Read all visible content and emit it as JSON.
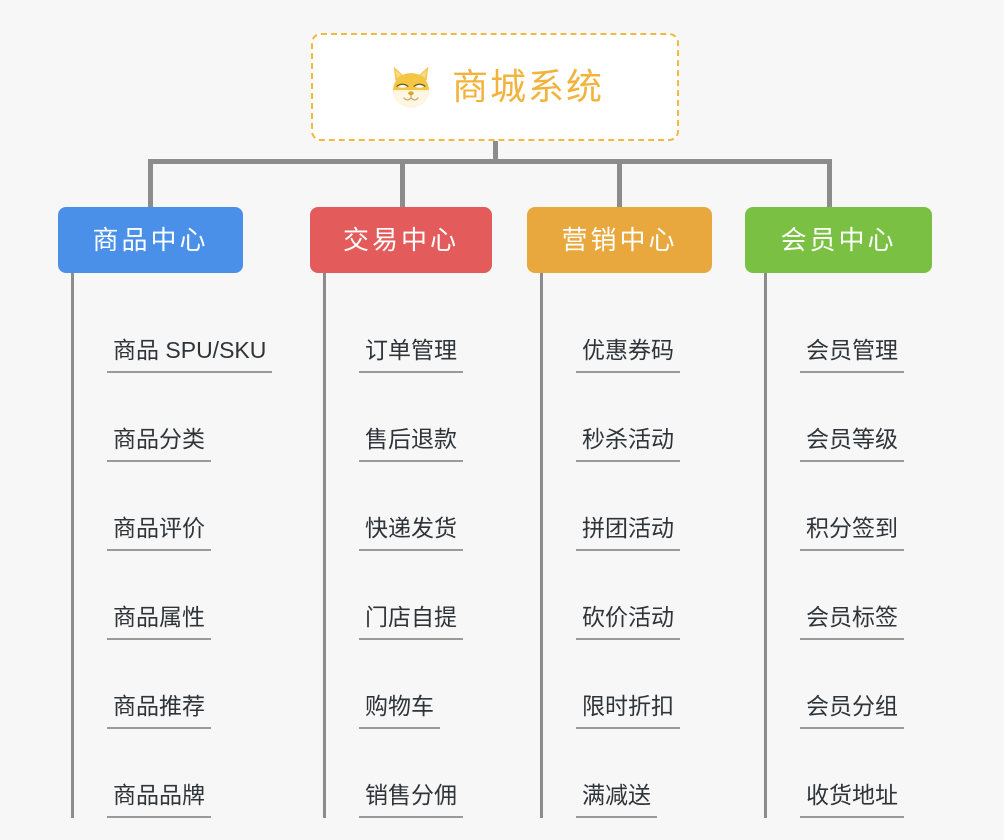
{
  "root": {
    "title": "商城系统",
    "icon": "shiba-inu-icon",
    "border_color": "#f0b942",
    "text_color": "#f2b33d",
    "background": "#ffffff"
  },
  "canvas": {
    "background": "#f7f7f7",
    "connector_color": "#8c8c8c"
  },
  "columns": [
    {
      "id": "product-center",
      "header": "商品中心",
      "color": "#4a90e8",
      "items": [
        "商品 SPU/SKU",
        "商品分类",
        "商品评价",
        "商品属性",
        "商品推荐",
        "商品品牌"
      ]
    },
    {
      "id": "trade-center",
      "header": "交易中心",
      "color": "#e35b5b",
      "items": [
        "订单管理",
        "售后退款",
        "快递发货",
        "门店自提",
        "购物车",
        "销售分佣"
      ]
    },
    {
      "id": "marketing-center",
      "header": "营销中心",
      "color": "#e8a83d",
      "items": [
        "优惠券码",
        "秒杀活动",
        "拼团活动",
        "砍价活动",
        "限时折扣",
        "满减送"
      ]
    },
    {
      "id": "member-center",
      "header": "会员中心",
      "color": "#7ac143",
      "items": [
        "会员管理",
        "会员等级",
        "积分签到",
        "会员标签",
        "会员分组",
        "收货地址"
      ]
    }
  ]
}
